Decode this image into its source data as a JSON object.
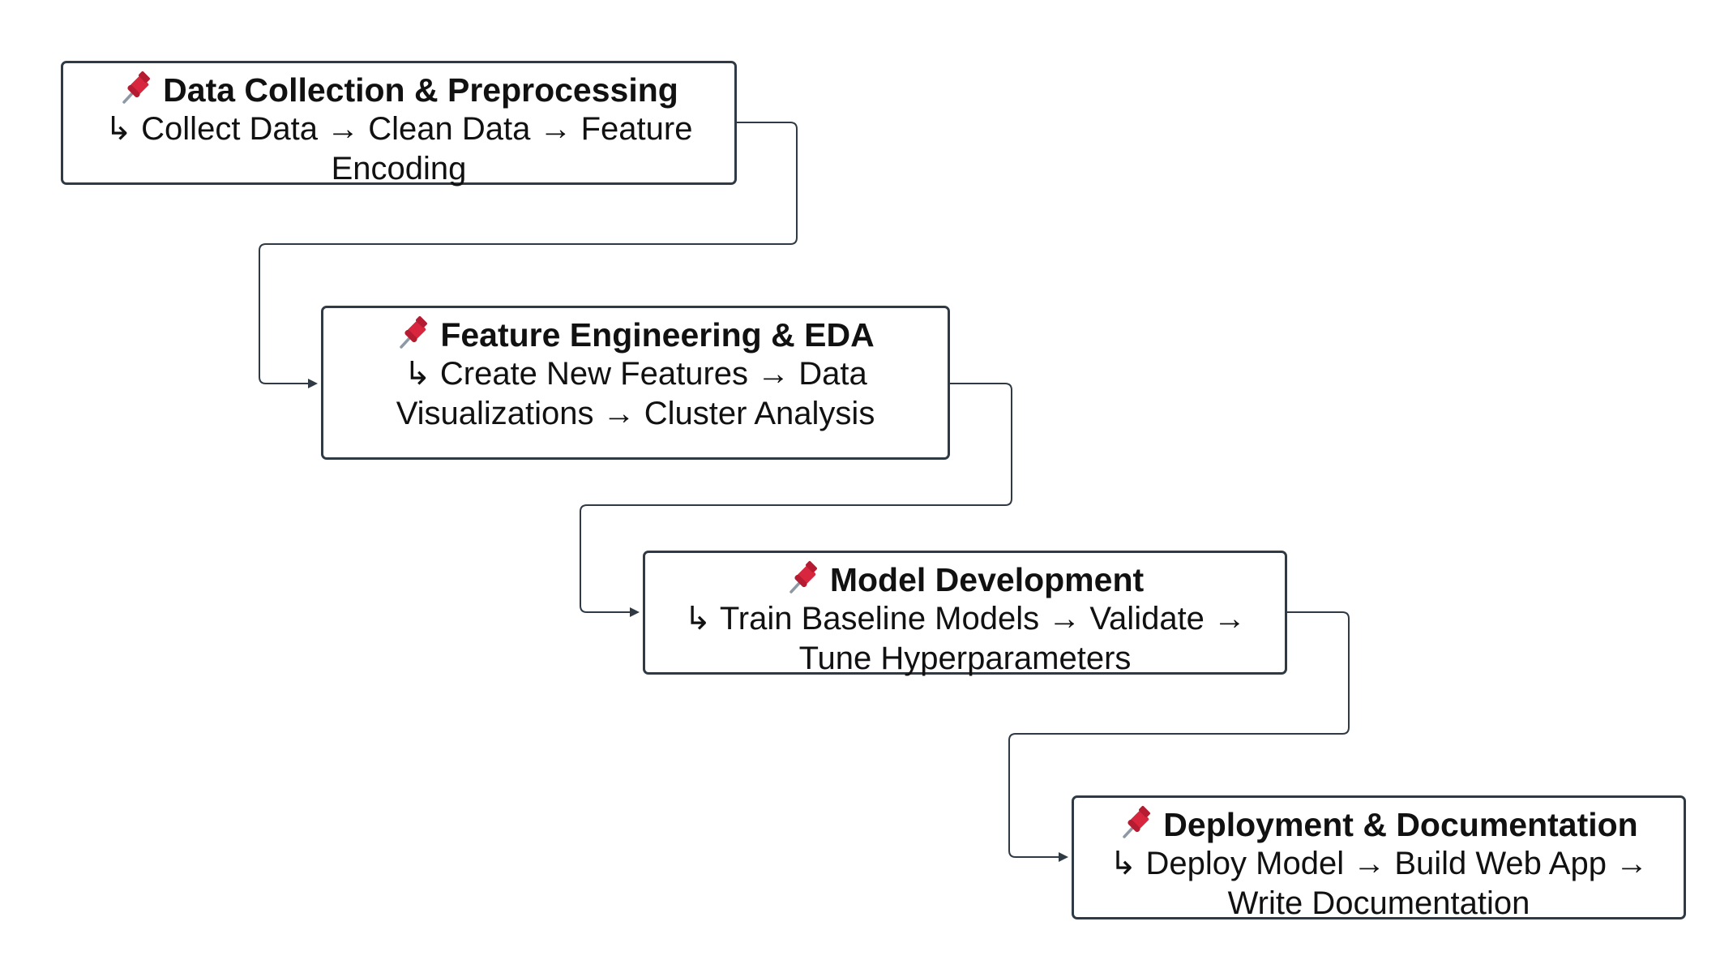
{
  "diagram": {
    "nodes": [
      {
        "icon": "pushpin-icon",
        "title": "Data Collection & Preprocessing",
        "detail": "↳ Collect Data → Clean Data → Feature Encoding"
      },
      {
        "icon": "pushpin-icon",
        "title": "Feature Engineering & EDA",
        "detail": "↳ Create New Features → Data Visualizations → Cluster Analysis"
      },
      {
        "icon": "pushpin-icon",
        "title": "Model Development",
        "detail": "↳ Train Baseline Models → Validate → Tune Hyperparameters"
      },
      {
        "icon": "pushpin-icon",
        "title": "Deployment & Documentation",
        "detail": "↳ Deploy Model → Build Web App → Write Documentation"
      }
    ],
    "edges": [
      {
        "from": 0,
        "to": 1
      },
      {
        "from": 1,
        "to": 2
      },
      {
        "from": 2,
        "to": 3
      }
    ],
    "colors": {
      "border": "#2f3a45",
      "connector": "#2f3a45",
      "pin_red": "#d7263d"
    }
  }
}
